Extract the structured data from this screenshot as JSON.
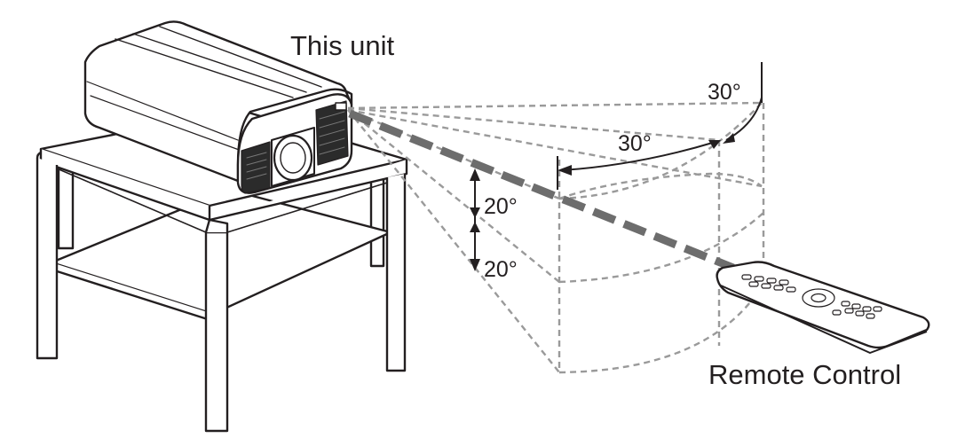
{
  "labels": {
    "unit": "This unit",
    "remote": "Remote Control"
  },
  "angles": {
    "vertical_top": "30°",
    "horizontal": "30°",
    "upper": "20°",
    "lower": "20°"
  },
  "colors": {
    "line": "#231f20",
    "dashed_zone": "#9a9a9a",
    "beam": "#6d6d6d",
    "fill": "#ffffff"
  },
  "icons": {
    "projector": "projector-icon",
    "table": "table-icon",
    "remote": "remote-control-icon"
  }
}
